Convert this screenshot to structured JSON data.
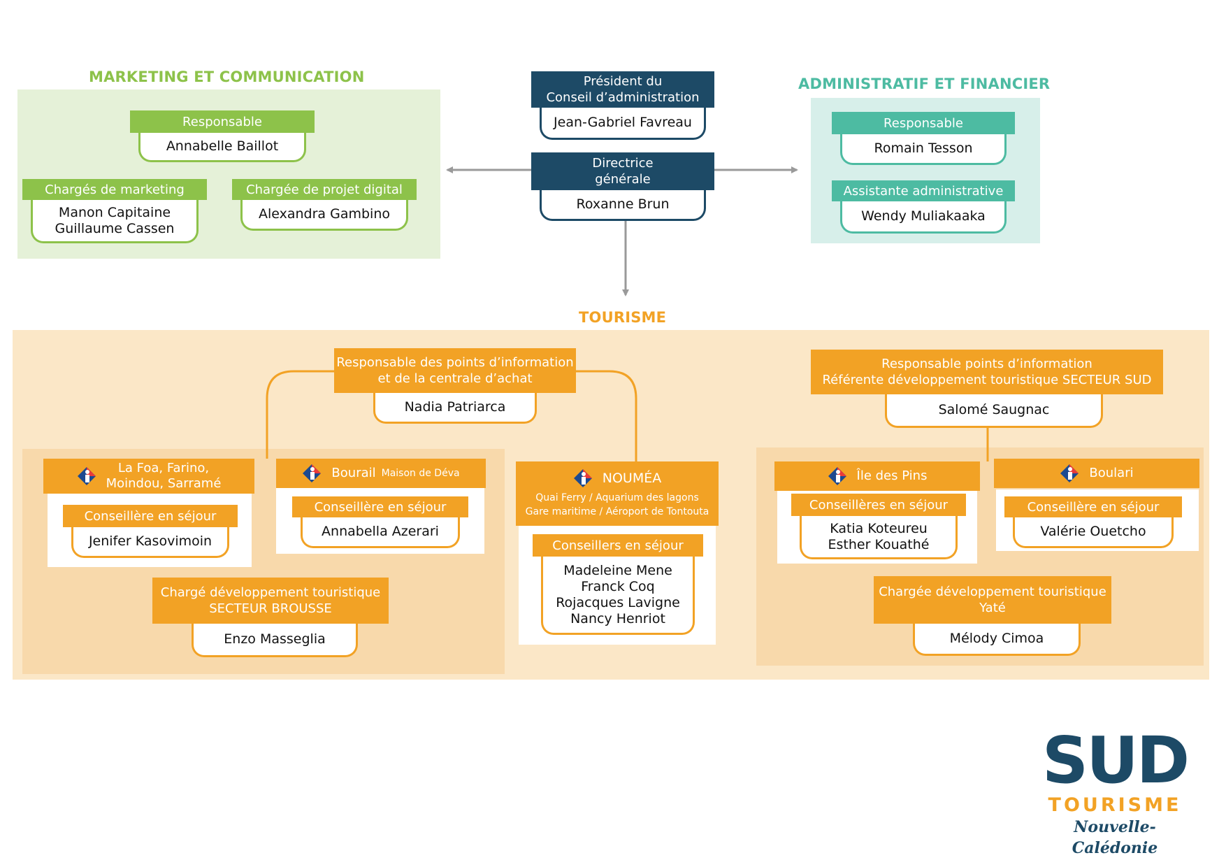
{
  "colors": {
    "green": "#8dc24a",
    "green_bg": "#e5f1d8",
    "teal": "#4dbba2",
    "teal_bg": "#d7efea",
    "navy": "#1d4a66",
    "orange": "#f2a225",
    "orange_bg": "#fbe3c0",
    "arrow": "#9a9a9a"
  },
  "marketing": {
    "title": "MARKETING ET COMMUNICATION",
    "responsable": {
      "title": "Responsable",
      "name": "Annabelle Baillot"
    },
    "charges_marketing": {
      "title": "Chargés de marketing",
      "names": [
        "Manon Capitaine",
        "Guillaume Cassen"
      ]
    },
    "projet_digital": {
      "title": "Chargée de projet digital",
      "name": "Alexandra Gambino"
    }
  },
  "direction": {
    "president": {
      "title_lines": [
        "Président du",
        "Conseil d’administration"
      ],
      "name": "Jean-Gabriel Favreau"
    },
    "directrice": {
      "title_lines": [
        "Directrice",
        "générale"
      ],
      "name": "Roxanne Brun"
    }
  },
  "admin": {
    "title": "ADMINISTRATIF ET FINANCIER",
    "responsable": {
      "title": "Responsable",
      "name": "Romain Tesson"
    },
    "assistante": {
      "title": "Assistante administrative",
      "name": "Wendy Muliakaaka"
    }
  },
  "tourisme": {
    "title": "TOURISME",
    "resp_points": {
      "title_lines": [
        "Responsable des points d’information",
        "et de la centrale d’achat"
      ],
      "name": "Nadia Patriarca"
    },
    "resp_sud": {
      "title_lines": [
        "Responsable points d’information",
        "Référente développement touristique SECTEUR SUD"
      ],
      "name": "Salomé Saugnac"
    },
    "lafoa": {
      "location_lines": [
        "La Foa, Farino,",
        "Moindou, Sarramé"
      ],
      "role": "Conseillère en séjour",
      "name": "Jenifer Kasovimoin"
    },
    "bourail": {
      "location": "Bourail",
      "location_sub": "Maison de Déva",
      "role": "Conseillère en séjour",
      "name": "Annabella Azerari"
    },
    "noumea": {
      "location": "NOUMÉA",
      "sites": [
        "Quai Ferry / Aquarium des lagons",
        "Gare maritime / Aéroport de Tontouta"
      ],
      "role": "Conseillers en séjour",
      "names": [
        "Madeleine Mene",
        "Franck Coq",
        "Rojacques Lavigne",
        "Nancy Henriot"
      ]
    },
    "brousse": {
      "title_lines": [
        "Chargé développement touristique",
        "SECTEUR BROUSSE"
      ],
      "name": "Enzo Masseglia"
    },
    "ile_pins": {
      "location": "Île des Pins",
      "role": "Conseillères en séjour",
      "names": [
        "Katia Koteureu",
        "Esther Kouathé"
      ]
    },
    "boulari": {
      "location": "Boulari",
      "role": "Conseillère en séjour",
      "name": "Valérie Ouetcho"
    },
    "yate": {
      "title_lines": [
        "Chargée développement touristique",
        "Yaté"
      ],
      "name": "Mélody Cimoa"
    }
  },
  "logo": {
    "line1": "SUD",
    "line2": "TOURISME",
    "line3": "Nouvelle-Calédonie"
  }
}
